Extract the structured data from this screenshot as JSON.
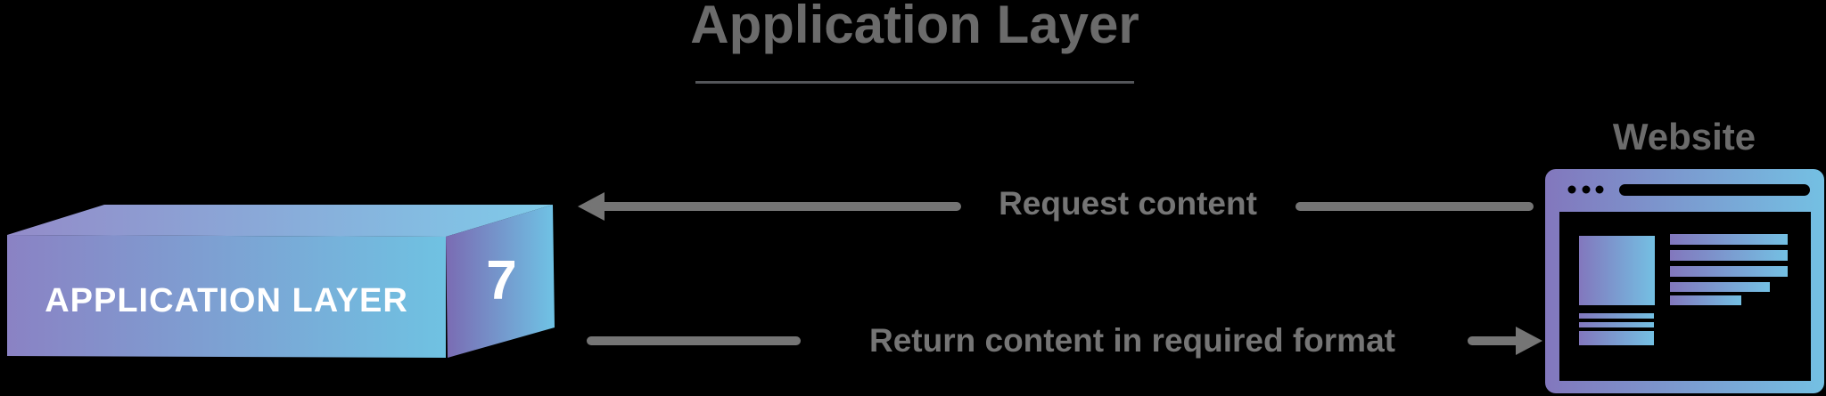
{
  "header": {
    "title": "Application Layer"
  },
  "layer_box": {
    "label": "APPLICATION LAYER",
    "number": "7"
  },
  "flows": {
    "request": {
      "label": "Request content",
      "direction": "left"
    },
    "response": {
      "label": "Return content in required format",
      "direction": "right"
    }
  },
  "website": {
    "label": "Website"
  },
  "palette": {
    "background": "#000000",
    "gradient_purple": "#8a82c4",
    "gradient_blue": "#6fc2e2",
    "side_purple": "#7a6bb3",
    "top_purple": "#938bc9",
    "top_blue": "#7fcbe9",
    "icon_purple": "#8277bd",
    "icon_blue": "#74c0e3",
    "title_gray": "#6b6b6b",
    "arrow_gray": "#757575",
    "box_text_white": "#ffffff"
  }
}
